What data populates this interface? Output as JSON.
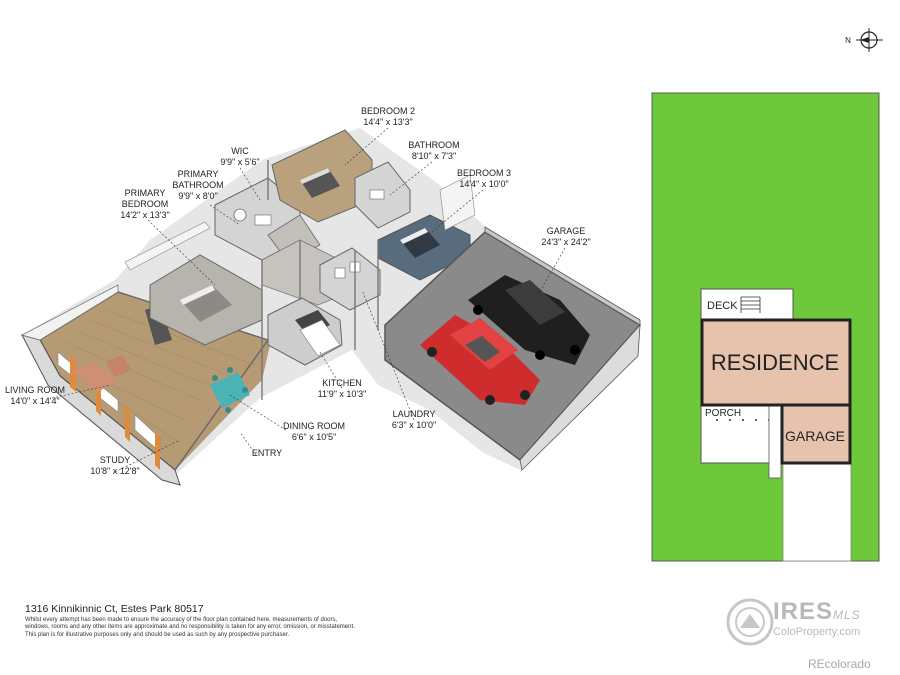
{
  "compass": {
    "north_label": "N"
  },
  "rooms": {
    "bedroom2": {
      "name": "BEDROOM 2",
      "dims": "14'4\" x 13'3\""
    },
    "bathroom": {
      "name": "BATHROOM",
      "dims": "8'10\" x 7'3\""
    },
    "wic": {
      "name": "WIC",
      "dims": "9'9\" x 5'6\""
    },
    "primary_bathroom": {
      "name_line1": "PRIMARY",
      "name_line2": "BATHROOM",
      "dims": "9'9\" x 8'0\""
    },
    "bedroom3": {
      "name": "BEDROOM 3",
      "dims": "14'4\" x 10'0\""
    },
    "primary_bedroom": {
      "name_line1": "PRIMARY",
      "name_line2": "BEDROOM",
      "dims": "14'2\" x 13'3\""
    },
    "garage": {
      "name": "GARAGE",
      "dims": "24'3\" x 24'2\""
    },
    "living_room": {
      "name": "LIVING ROOM",
      "dims": "14'0\" x 14'4\""
    },
    "kitchen": {
      "name": "KITCHEN",
      "dims": "11'9\" x 10'3\""
    },
    "laundry": {
      "name": "LAUNDRY",
      "dims": "6'3\" x 10'0\""
    },
    "dining_room": {
      "name": "DINING ROOM",
      "dims": "6'6\" x 10'5\""
    },
    "entry": {
      "name": "ENTRY"
    },
    "study": {
      "name": "STUDY",
      "dims": "10'8\" x 12'8\""
    }
  },
  "site_plan": {
    "deck": "DECK",
    "residence": "RESIDENCE",
    "porch": "PORCH",
    "garage": "GARAGE",
    "colors": {
      "lot": "#6dc93a",
      "residence": "#e7c3ad",
      "garage": "#e7c3ad"
    }
  },
  "footer": {
    "address": "1316 Kinnikinnic Ct, Estes Park 80517",
    "disclaimer_line1": "Whilst every attempt has been made to ensure the accuracy of the floor plan contained here, measurements of doors,",
    "disclaimer_line2": "windows, rooms and any other items are approximate and no responsibility is taken for any error, omission, or misstatement.",
    "disclaimer_line3": "This plan is for illustrative purposes only and should be used as such by any prospective purchaser."
  },
  "watermark": {
    "brand": "IRES",
    "brand_suffix": "MLS",
    "url": "ColoProperty.com",
    "recolorado": "REcolorado"
  }
}
